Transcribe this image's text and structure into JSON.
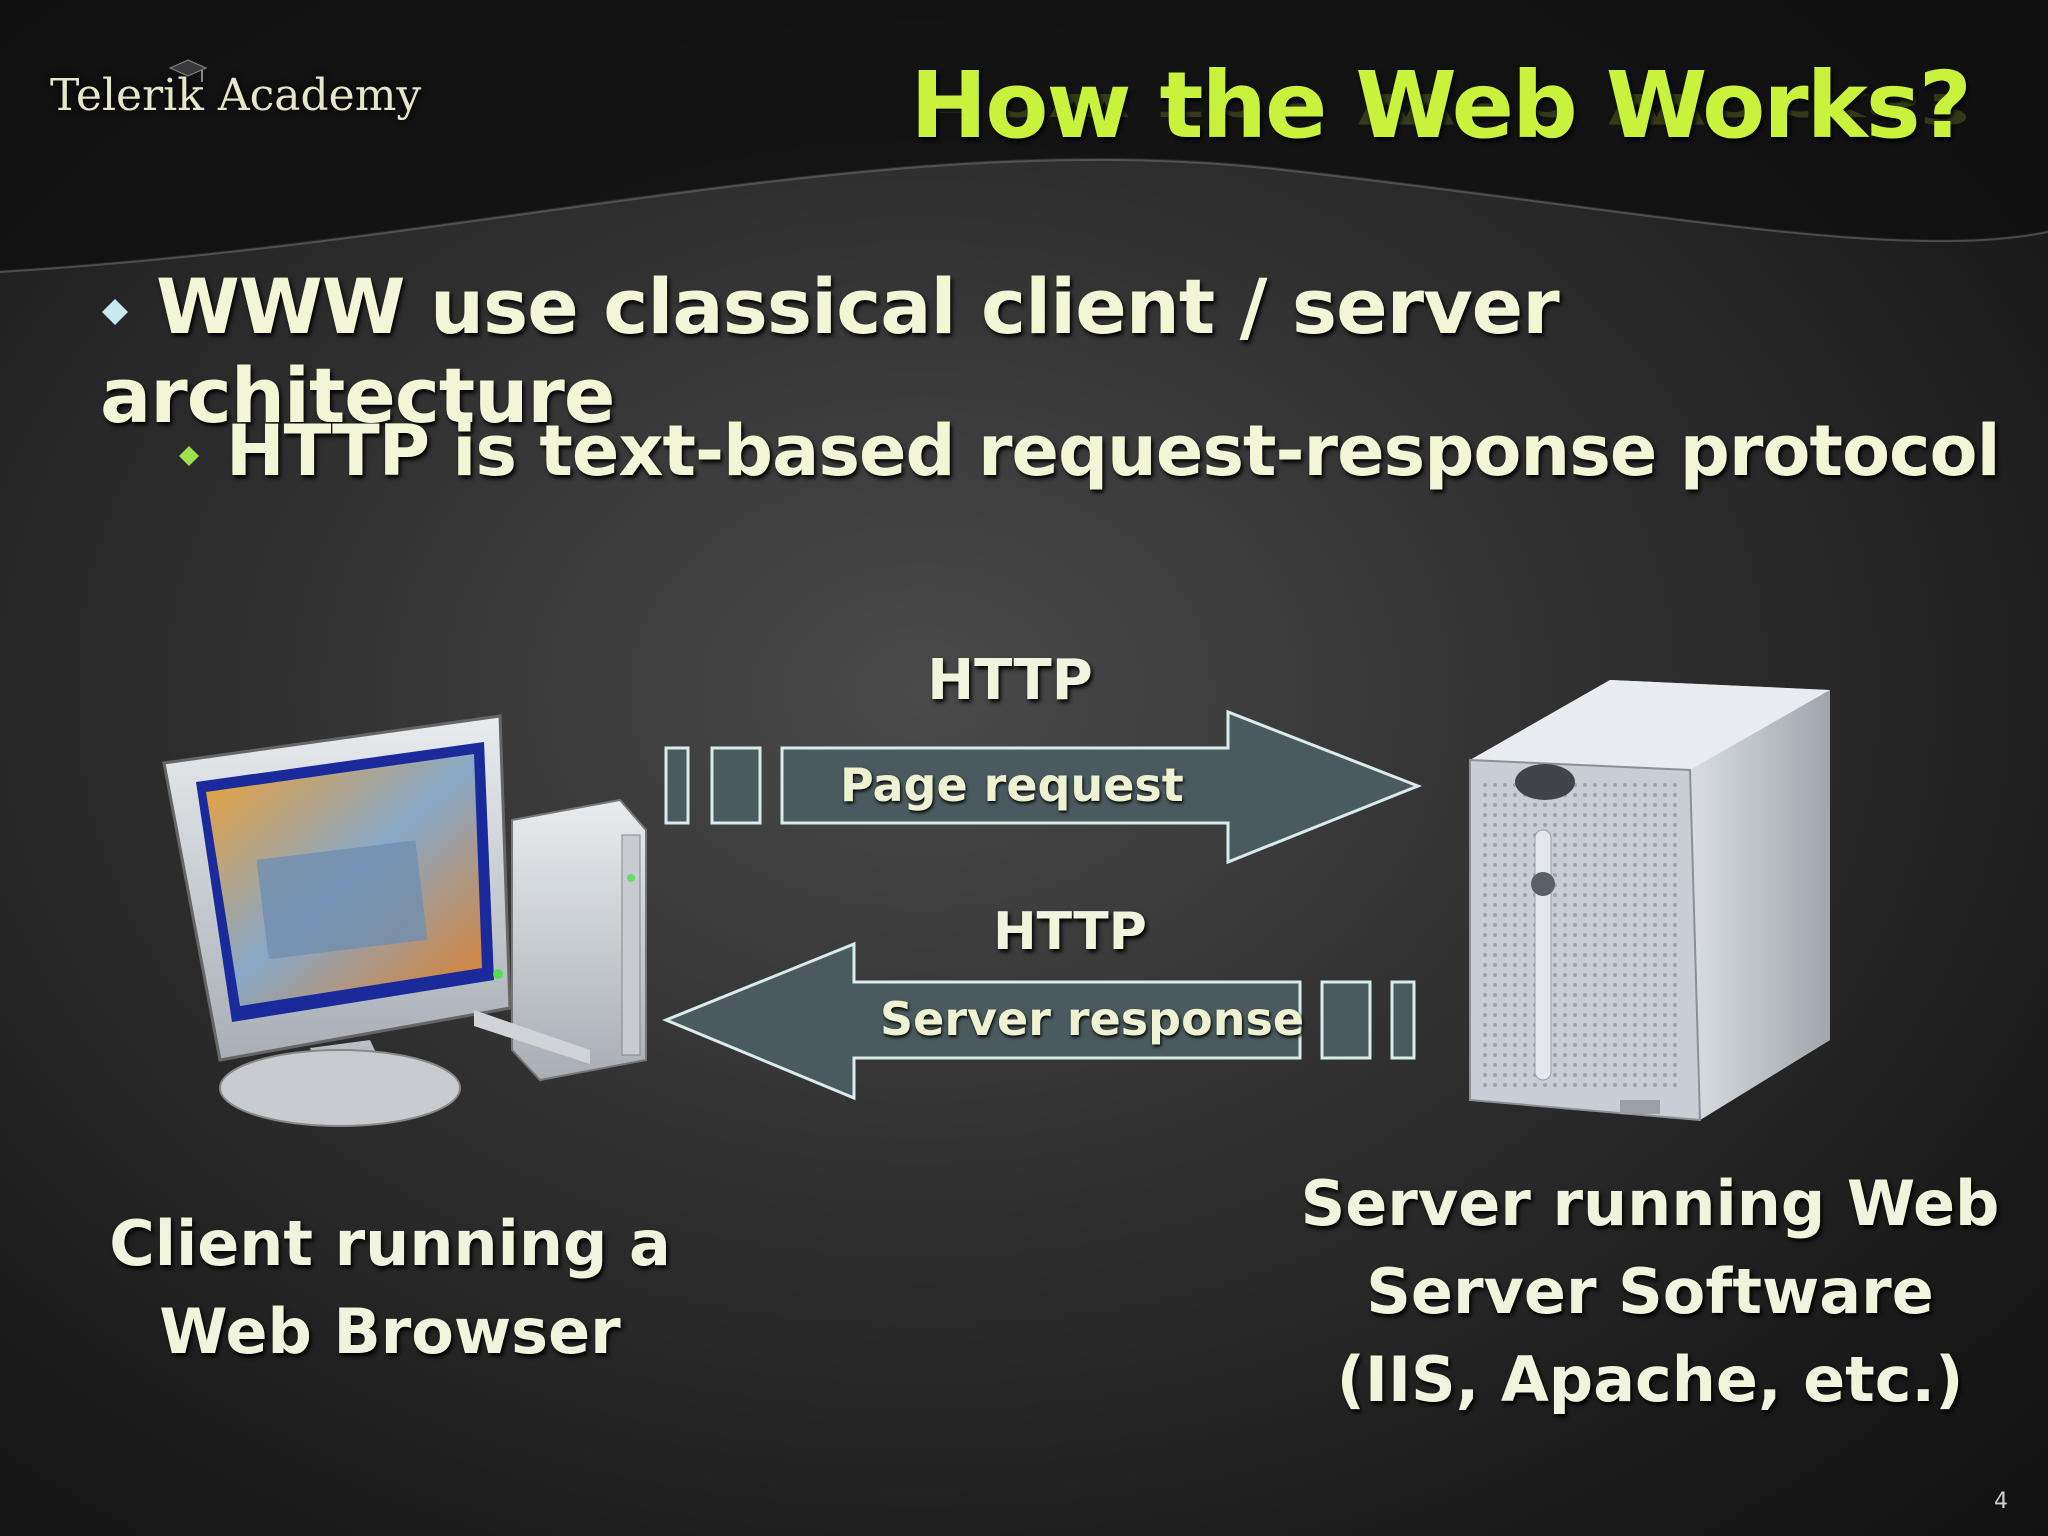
{
  "logo": {
    "text": "Telerik Academy"
  },
  "title": "How the Web Works?",
  "bullets": [
    "WWW use classical client / server architecture",
    "HTTP is text-based request-response protocol"
  ],
  "diagram": {
    "request": {
      "protocol": "HTTP",
      "label": "Page request"
    },
    "response": {
      "protocol": "HTTP",
      "label": "Server response"
    },
    "client": {
      "line1": "Client running a",
      "line2": "Web Browser",
      "icon": "computer-icon"
    },
    "server": {
      "line1": "Server running Web",
      "line2": "Server Software",
      "line3": "(IIS, Apache, etc.)",
      "icon": "server-icon"
    }
  },
  "colors": {
    "title": "#c8f23c",
    "text": "#f2f6d6",
    "arrow_fill": "#4a5a5e",
    "arrow_stroke": "#d8ecec"
  },
  "page_number": "4"
}
